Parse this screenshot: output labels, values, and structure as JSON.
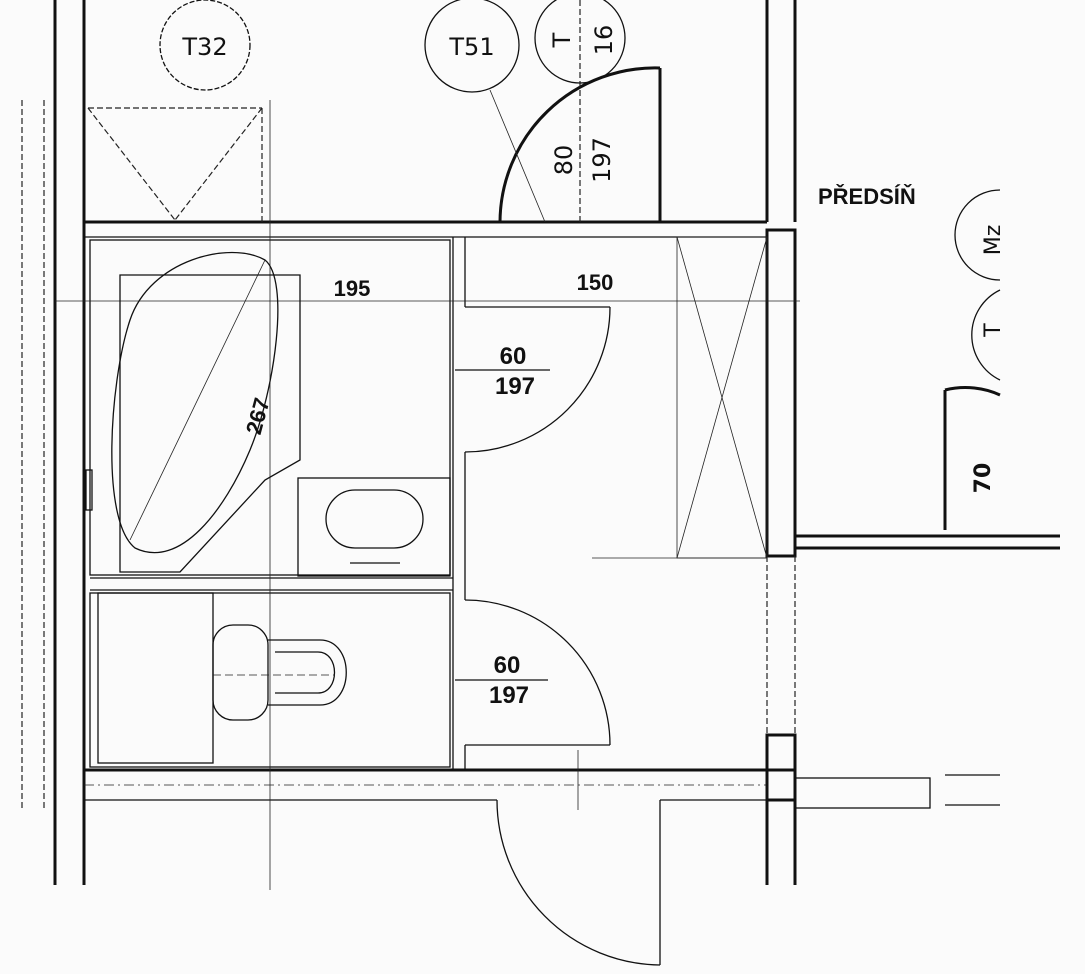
{
  "room_label": "PŘEDSÍŇ",
  "dimensions": {
    "bath_width": "195",
    "corridor_width": "150",
    "tub_size": "267",
    "door_upper": {
      "width": "60",
      "height": "197"
    },
    "door_lower": {
      "width": "60",
      "height": "197"
    }
  },
  "existing_plan_marks": {
    "circle_t32": "T32",
    "circle_t51": "T51",
    "circle_t": "T",
    "circle_16": "16",
    "top_door_width": "80",
    "top_door_height": "197",
    "right_circle_mz": "Mz",
    "right_circle_t": "T",
    "right_door_width": "70"
  },
  "colors": {
    "line": "#111111",
    "background": "#fbfbfb"
  }
}
